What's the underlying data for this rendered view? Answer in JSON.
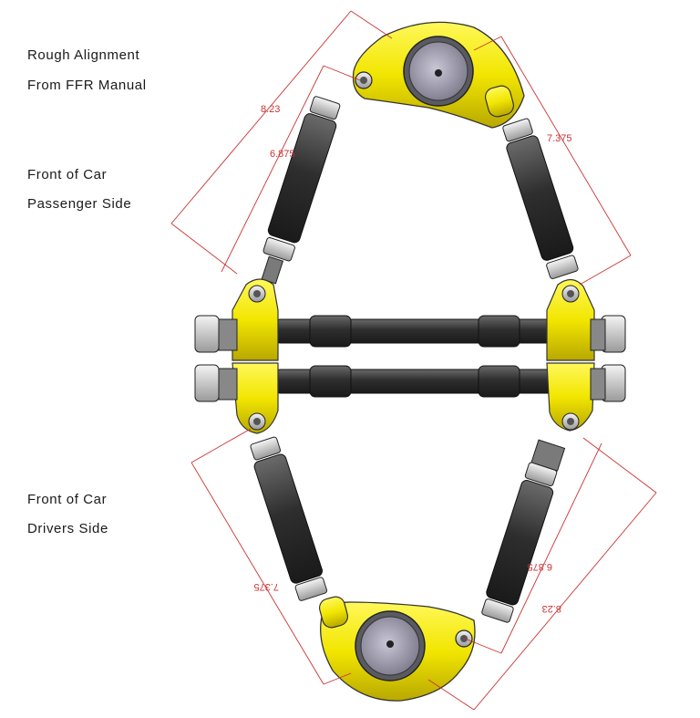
{
  "labels": {
    "line1": "Rough Alignment",
    "line2": "From FFR Manual",
    "front_passenger_1": "Front of Car",
    "front_passenger_2": "Passenger Side",
    "front_drivers_1": "Front of Car",
    "front_drivers_2": "Drivers Side"
  },
  "dimensions": {
    "upper_outer": "8.23",
    "upper_inner": "6.875",
    "upper_right": "7.375",
    "lower_left": "7.375",
    "lower_inner": "6.875",
    "lower_outer": "8.23"
  },
  "colors": {
    "bracket_yellow": "#f2e600",
    "rod_dark": "#3a3a3a",
    "dimension_red": "#cc3333"
  }
}
